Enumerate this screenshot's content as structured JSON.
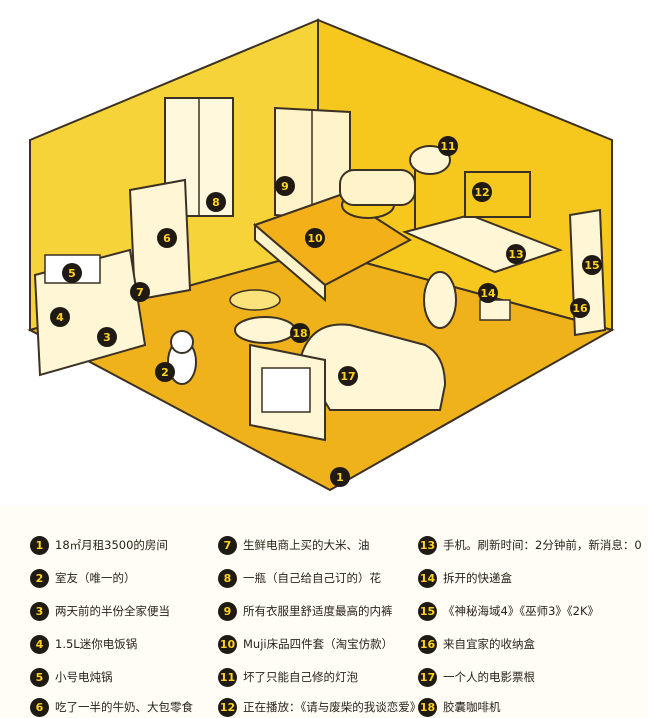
{
  "colors": {
    "yellow": "#f7cf2a",
    "floor": "#efb21a",
    "wall_light": "#fbe27a",
    "outline": "#3b3124",
    "marker": "#1f1a14",
    "marker_text": "#ffd21f"
  },
  "markers": [
    "1",
    "2",
    "3",
    "4",
    "5",
    "6",
    "7",
    "8",
    "9",
    "10",
    "11",
    "12",
    "13",
    "14",
    "15",
    "16",
    "17",
    "18"
  ],
  "legend": [
    {
      "n": "1",
      "text": "18㎡月租3500的房间"
    },
    {
      "n": "2",
      "text": "室友（唯一的）"
    },
    {
      "n": "3",
      "text": "两天前的半份全家便当"
    },
    {
      "n": "4",
      "text": "1.5L迷你电饭锅"
    },
    {
      "n": "5",
      "text": "小号电炖锅"
    },
    {
      "n": "6",
      "text": "吃了一半的牛奶、大包零食"
    },
    {
      "n": "7",
      "text": "生鲜电商上买的大米、油"
    },
    {
      "n": "8",
      "text": "一瓶（自己给自己订的）花"
    },
    {
      "n": "9",
      "text": "所有衣服里舒适度最高的内裤"
    },
    {
      "n": "10",
      "text": "Muji床品四件套（淘宝仿款）"
    },
    {
      "n": "11",
      "text": "坏了只能自己修的灯泡"
    },
    {
      "n": "12",
      "text": "正在播放：《请与废柴的我谈恋爱》"
    },
    {
      "n": "13",
      "text": "手机。刷新时间：2分钟前，新消息：0"
    },
    {
      "n": "14",
      "text": "拆开的快递盒"
    },
    {
      "n": "15",
      "text": "《神秘海域4》《巫师3》《2K》"
    },
    {
      "n": "16",
      "text": "来自宜家的收纳盒"
    },
    {
      "n": "17",
      "text": "一个人的电影票根"
    },
    {
      "n": "18",
      "text": "胶囊咖啡机"
    }
  ]
}
